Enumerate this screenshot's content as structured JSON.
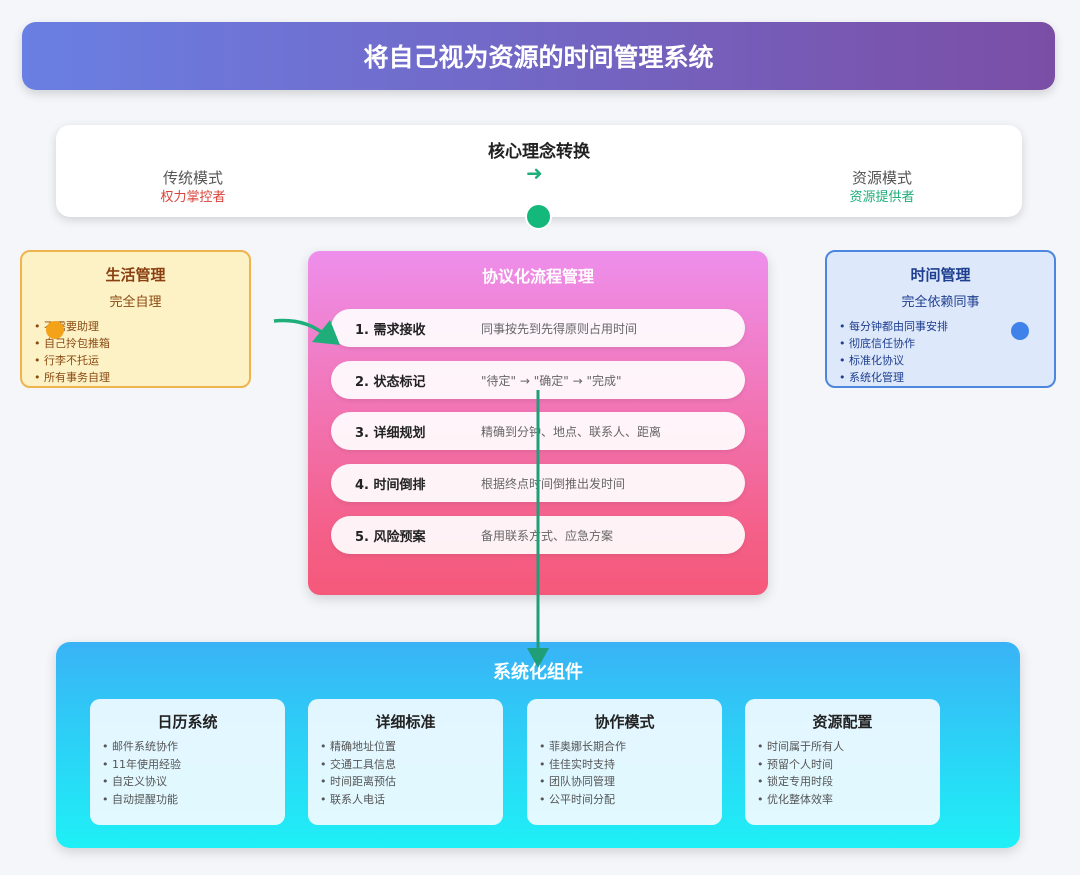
{
  "title": "将自己视为资源的时间管理系统",
  "core": {
    "title": "核心理念转换",
    "left_mode": "传统模式",
    "left_role": "权力掌控者",
    "arrow": "➜",
    "right_mode": "资源模式",
    "right_role": "资源提供者"
  },
  "life": {
    "title": "生活管理",
    "subtitle": "完全自理",
    "items": [
      "不需要助理",
      "自己拎包推箱",
      "行李不托运",
      "所有事务自理"
    ]
  },
  "time": {
    "title": "时间管理",
    "subtitle": "完全依赖同事",
    "items": [
      "每分钟都由同事安排",
      "彻底信任协作",
      "标准化协议",
      "系统化管理"
    ]
  },
  "protocol": {
    "title": "协议化流程管理",
    "steps": [
      {
        "name": "1. 需求接收",
        "desc": "同事按先到先得原则占用时间"
      },
      {
        "name": "2. 状态标记",
        "desc": "\"待定\" → \"确定\" → \"完成\""
      },
      {
        "name": "3. 详细规划",
        "desc": "精确到分钟、地点、联系人、距离"
      },
      {
        "name": "4. 时间倒排",
        "desc": "根据终点时间倒推出发时间"
      },
      {
        "name": "5. 风险预案",
        "desc": "备用联系方式、应急方案"
      }
    ]
  },
  "system": {
    "title": "系统化组件",
    "components": [
      {
        "title": "日历系统",
        "items": [
          "邮件系统协作",
          "11年使用经验",
          "自定义协议",
          "自动提醒功能"
        ]
      },
      {
        "title": "详细标准",
        "items": [
          "精确地址位置",
          "交通工具信息",
          "时间距离预估",
          "联系人电话"
        ]
      },
      {
        "title": "协作模式",
        "items": [
          "菲奥娜长期合作",
          "佳佳实时支持",
          "团队协同管理",
          "公平时间分配"
        ]
      },
      {
        "title": "资源配置",
        "items": [
          "时间属于所有人",
          "预留个人时间",
          "锁定专用时段",
          "优化整体效率"
        ]
      }
    ]
  },
  "colors": {
    "accent_green": "#14b87a",
    "red": "#d9443a"
  }
}
